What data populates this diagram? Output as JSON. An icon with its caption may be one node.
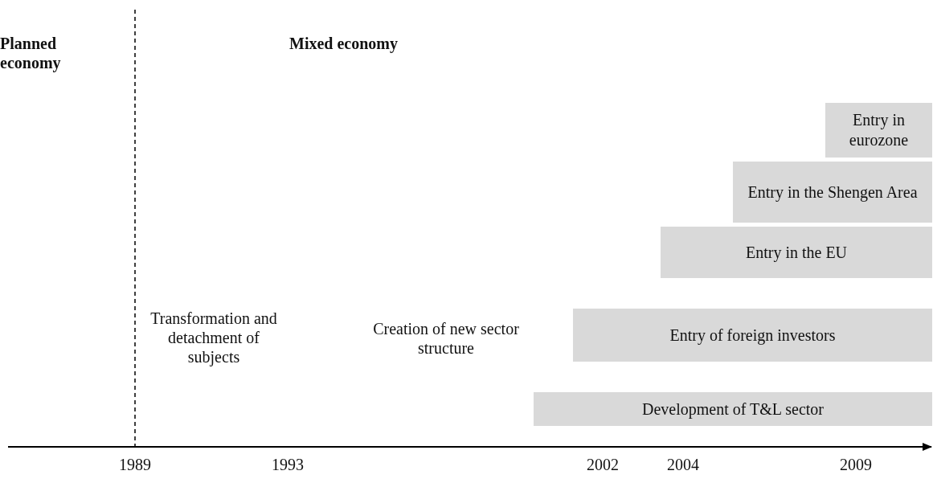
{
  "diagram": {
    "nodes": [
      {
        "text": [
          "Entry in eurozone"
        ]
      },
      {
        "text": [
          "Entry in the Shengen Area"
        ]
      },
      {
        "text": [
          "Entry in the EU"
        ]
      },
      {
        "text": [
          "Entry of foreign investors"
        ]
      },
      {
        "text": [
          "Development of T&L sector"
        ]
      }
    ],
    "labels": [
      "Planned economy",
      "Mixed economy",
      "Transformation and detachment of subjects",
      "Creation of new sector structure",
      "1989",
      "1993",
      "2002",
      "2004",
      "2009"
    ]
  }
}
